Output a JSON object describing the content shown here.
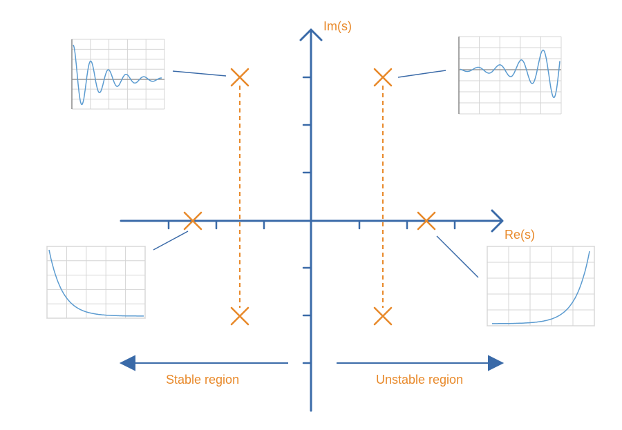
{
  "axes": {
    "imag_label": "Im(s)",
    "real_label": "Re(s)"
  },
  "regions": {
    "stable_label": "Stable region",
    "unstable_label": "Unstable region"
  },
  "colors": {
    "axis": "#3a6aa8",
    "pole": "#e8892a",
    "curve": "#5b9bd0",
    "grid": "#d4d4d4"
  }
}
